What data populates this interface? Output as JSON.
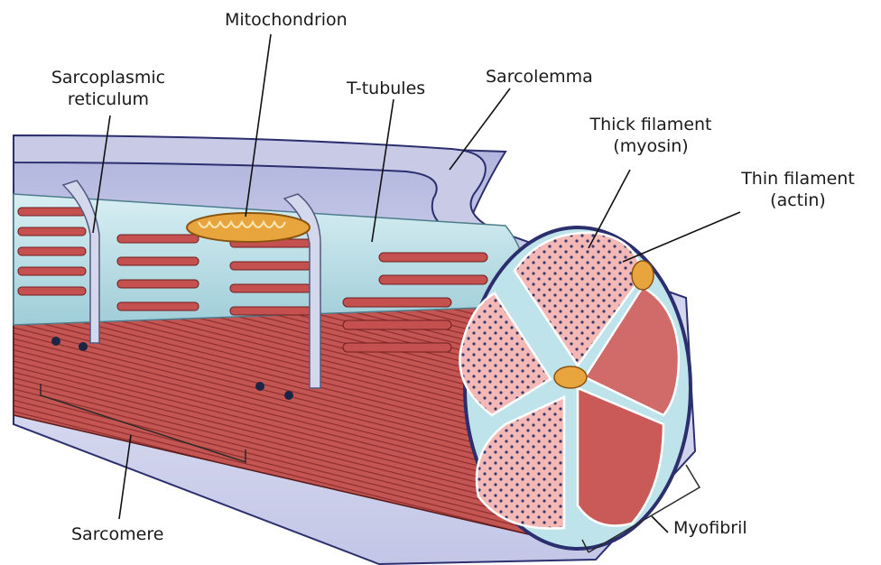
{
  "labels": {
    "mitochondrion": "Mitochondrion",
    "sarcoplasmic_1": "Sarcoplasmic",
    "sarcoplasmic_2": "reticulum",
    "t_tubules": "T-tubules",
    "sarcolemma": "Sarcolemma",
    "thick_1": "Thick filament",
    "thick_2": "(myosin)",
    "thin_1": "Thin filament",
    "thin_2": "(actin)",
    "sarcomere": "Sarcomere",
    "myofibril": "Myofibril"
  },
  "colors": {
    "sarcolemma": "#c9cbe6",
    "sarcolemma_edge": "#2c2f6e",
    "reticulum": "#bfe3ea",
    "myofibril": "#c4504f",
    "myofibril_dark": "#8c2a2a",
    "cross_section": "#f3b6b4",
    "mitochondrion": "#e8a53e"
  }
}
